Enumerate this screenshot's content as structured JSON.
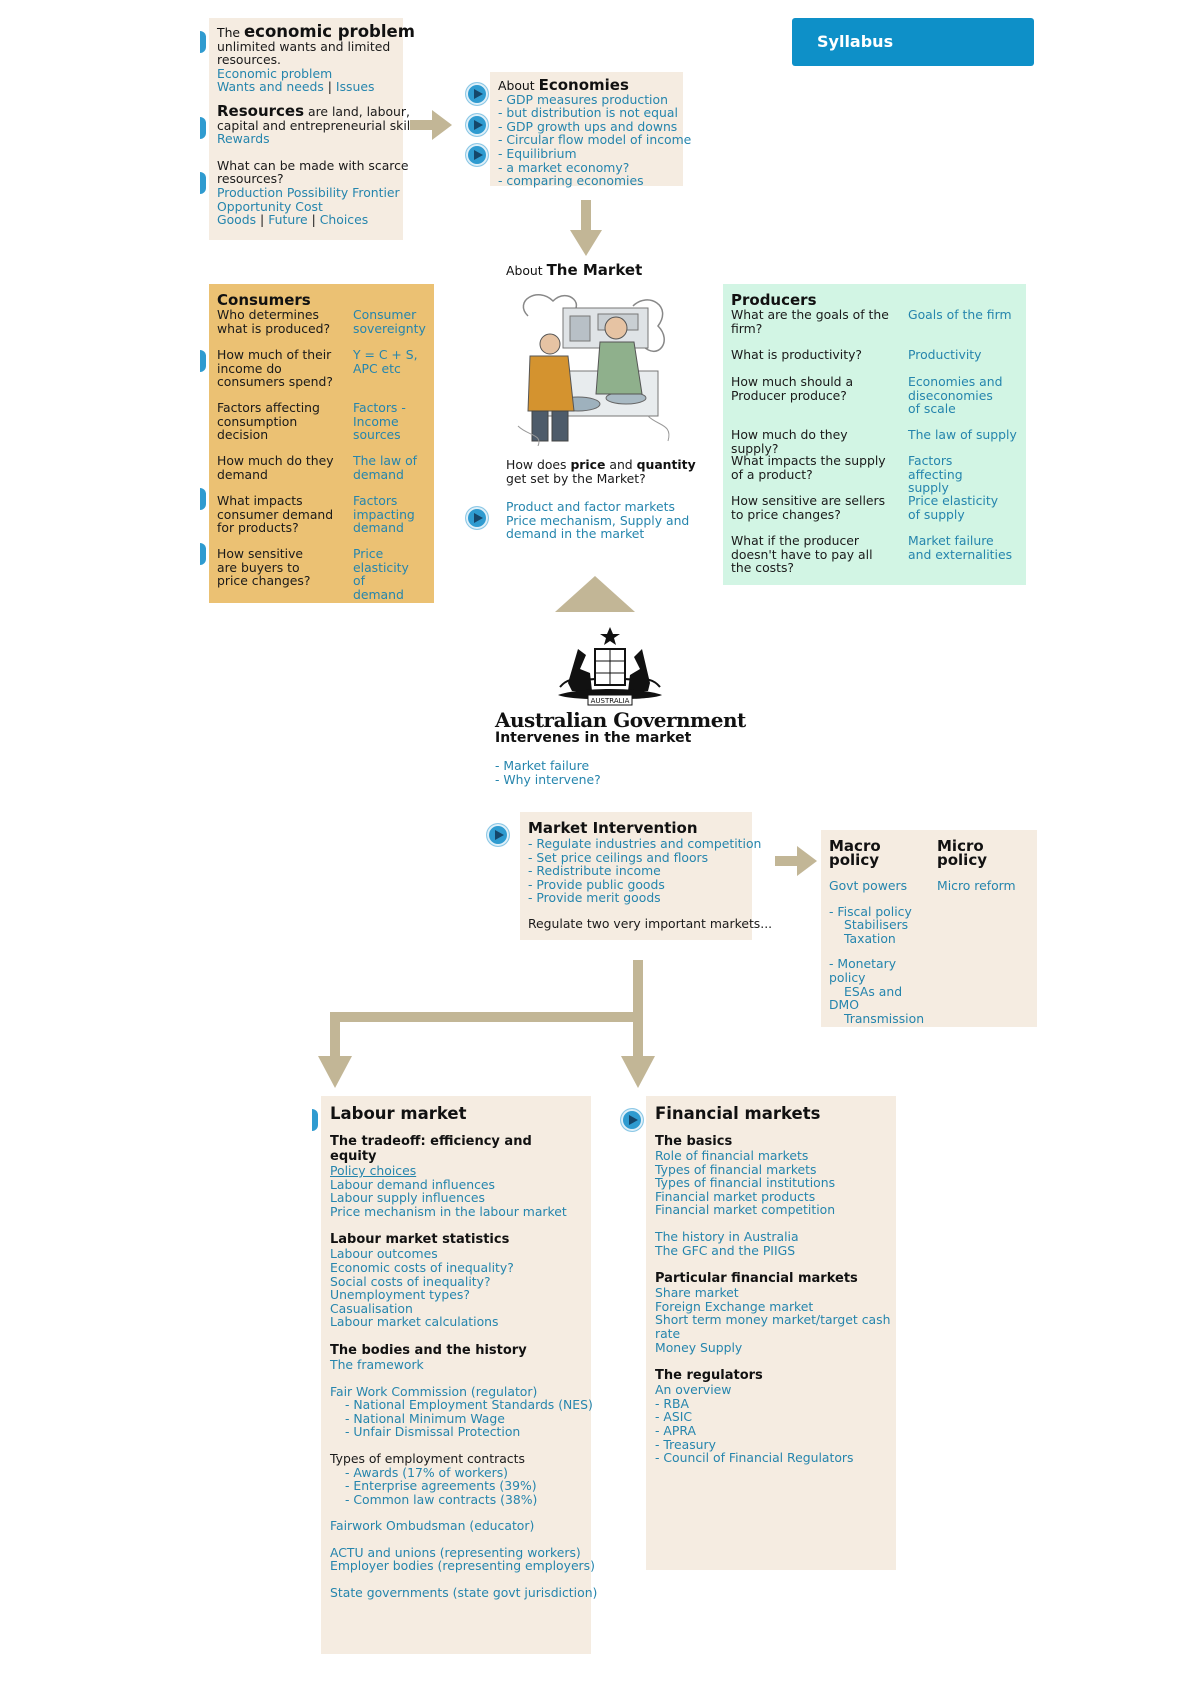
{
  "syllabus_label": "Syllabus",
  "economic_problem": {
    "title_prefix": "The ",
    "title_bold": "economic problem",
    "desc": [
      "unlimited wants and limited",
      "resources."
    ],
    "links": [
      "Economic problem"
    ],
    "link_pair": [
      "Wants and needs",
      "|",
      "Issues"
    ],
    "resources_bold": "Resources",
    "resources_rest": " are land, labour,",
    "resources_desc": "capital and entrepreneurial skills.",
    "rewards": "Rewards",
    "scarce_q": [
      "What can be made with scarce",
      "resources?"
    ],
    "scarce_links": [
      "Production Possibility Frontier",
      "Opportunity Cost"
    ],
    "choice_links": [
      "Goods",
      "|",
      "Future",
      "|",
      "Choices"
    ]
  },
  "economies": {
    "title_prefix": "About ",
    "title_bold": "Economies",
    "links": [
      "- GDP measures production",
      "- but distribution is not equal",
      "- GDP growth ups and downs",
      "- Circular flow model of income",
      "- Equilibrium",
      "- a market economy?",
      "- comparing economies"
    ]
  },
  "market": {
    "title_prefix": "About ",
    "title_bold": "The Market",
    "question_pre": "How does ",
    "question_b1": "price",
    "question_mid": " and ",
    "question_b2": "quantity",
    "question_end": "get set by the Market?",
    "links": [
      "Product and factor markets",
      "Price mechanism, Supply and",
      "demand in the market"
    ]
  },
  "consumers": {
    "title": "Consumers",
    "rows": [
      {
        "q": "Who determines what is produced?",
        "a": "Consumer sovereignty"
      },
      {
        "q": "How much of their income do consumers spend?",
        "a": "Y = C + S, APC etc"
      },
      {
        "q": "Factors affecting consumption decision",
        "a": "Factors - Income sources"
      },
      {
        "q": "How much do they demand",
        "a": "The law of demand"
      },
      {
        "q": "What impacts consumer demand for products?",
        "a": "Factors impacting demand"
      },
      {
        "q": "How sensitive are buyers to price changes?",
        "a": "Price elasticity of demand"
      }
    ]
  },
  "producers": {
    "title": "Producers",
    "rows": [
      {
        "q": "What are the goals of the firm?",
        "a": "Goals of the firm"
      },
      {
        "q": "What is productivity?",
        "a": "Productivity"
      },
      {
        "q": "How much should a Producer produce?",
        "a": "Economies and diseconomies of scale"
      },
      {
        "q": "How much do they supply?",
        "a": "The law of supply"
      },
      {
        "q": "What impacts the supply of a product?",
        "a": "Factors affecting supply"
      },
      {
        "q": "How sensitive are sellers to price changes?",
        "a": "Price elasticity of supply"
      },
      {
        "q": "What if the producer doesn't have to pay all the costs?",
        "a": "Market failure and externalities"
      }
    ]
  },
  "government": {
    "name": "Australian Government",
    "tagline": "Intervenes in the market",
    "links": [
      "- Market failure",
      "- Why intervene?"
    ],
    "crest_text": "AUSTRALIA"
  },
  "intervention": {
    "title": "Market Intervention",
    "links": [
      "- Regulate industries and competition",
      "- Set price ceilings and floors",
      "- Redistribute income",
      "- Provide public goods",
      "- Provide merit goods"
    ],
    "note": "Regulate two very important markets..."
  },
  "policy": {
    "macro_title": [
      "Macro",
      "policy"
    ],
    "micro_title": [
      "Micro",
      "policy"
    ],
    "macro_links": [
      "Govt powers",
      "- Fiscal policy",
      "Stabilisers",
      "Taxation",
      "- Monetary",
      "policy",
      "ESAs and",
      "DMO",
      "Transmission"
    ],
    "micro_links": [
      "Micro reform"
    ]
  },
  "labour": {
    "title": "Labour market",
    "sec1": "The tradeoff: efficiency and equity",
    "sec1_links": [
      "Policy choices",
      "Labour demand influences",
      "Labour supply influences",
      "Price mechanism in the labour market"
    ],
    "sec2": "Labour market statistics",
    "sec2_links": [
      "Labour outcomes",
      "Economic costs of inequality?",
      "Social costs of inequality?",
      "Unemployment types?",
      "Casualisation",
      "Labour market calculations"
    ],
    "sec3": "The bodies and the history",
    "sec3_links": [
      "The framework"
    ],
    "fwc": "Fair Work Commission (regulator)",
    "fwc_links": [
      "- National Employment Standards (NES)",
      "- National Minimum Wage",
      "- Unfair Dismissal Protection"
    ],
    "contracts": "Types of employment contracts",
    "contract_links": [
      "- Awards (17% of workers)",
      "- Enterprise agreements (39%)",
      "- Common law contracts (38%)"
    ],
    "ombudsman": "Fairwork Ombudsman (educator)",
    "unions": [
      "ACTU and unions (representing workers)",
      "Employer bodies (representing employers)"
    ],
    "state": "State governments (state govt jurisdiction)"
  },
  "financial": {
    "title": "Financial markets",
    "sec1": "The basics",
    "sec1_links": [
      "Role of financial markets",
      "Types of financial markets",
      "Types of financial institutions",
      "Financial market products",
      "Financial market competition"
    ],
    "history_links": [
      "The history in Australia",
      "The GFC and the PIIGS"
    ],
    "sec2": "Particular financial markets",
    "sec2_links": [
      "Share market",
      "Foreign Exchange market",
      "Short term money market/target cash",
      "rate",
      "Money Supply"
    ],
    "sec3": "The regulators",
    "sec3_links": [
      "An overview",
      "- RBA",
      "- ASIC",
      "- APRA",
      "- Treasury",
      "- Council of Financial Regulators"
    ]
  },
  "colors": {
    "link": "#2585ad",
    "beige": "#f5ece1",
    "orange": "#ebc173",
    "green": "#d2f5e4",
    "arrow": "#c2b696",
    "button": "#0e90c8"
  },
  "icons": [
    "play-icon",
    "right-arrow-icon",
    "down-arrow-icon",
    "up-arrow-icon",
    "coat-of-arms-icon"
  ]
}
